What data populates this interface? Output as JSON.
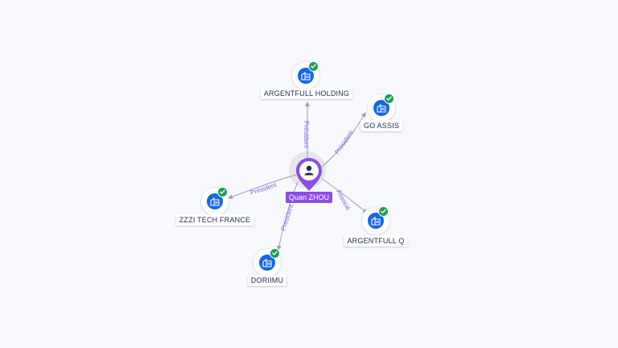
{
  "center": {
    "name": "Quan ZHOU",
    "icon": "person-icon"
  },
  "companies": [
    {
      "id": "argentfull-holding",
      "name": "ARGENTFULL HOLDING",
      "relation": "Président",
      "icon": "building-icon",
      "verified_icon": "check-icon"
    },
    {
      "id": "go-assis",
      "name": "GO ASSIS",
      "relation": "Président",
      "icon": "building-icon",
      "verified_icon": "check-icon"
    },
    {
      "id": "zzzi-tech-france",
      "name": "ZZZI TECH FRANCE",
      "relation": "Président",
      "icon": "building-icon",
      "verified_icon": "check-icon"
    },
    {
      "id": "doriimu",
      "name": "DORIIMU",
      "relation": "Président",
      "icon": "building-icon",
      "verified_icon": "check-icon"
    },
    {
      "id": "argentfull-q",
      "name": "ARGENTFULL Q",
      "relation": "Associé",
      "icon": "building-icon",
      "verified_icon": "check-icon"
    }
  ],
  "colors": {
    "company_node": "#1366e8",
    "verified_badge": "#1e9e55",
    "person_node": "#8a4de6",
    "relation_label": "#7b68ee",
    "edge": "#9aa0aa",
    "background": "#f8f9fc"
  }
}
